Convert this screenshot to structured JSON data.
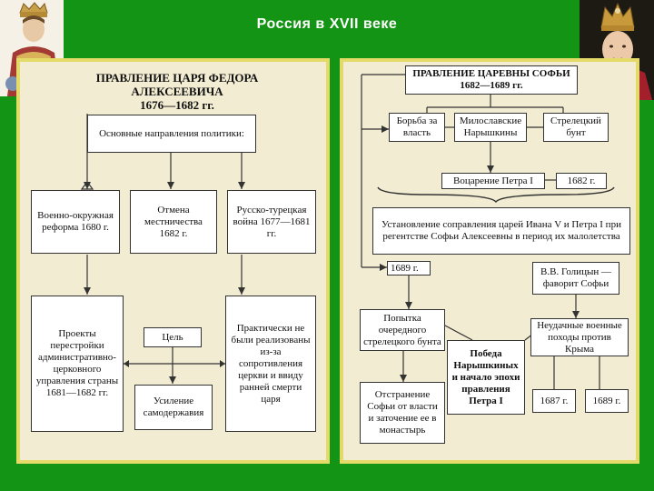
{
  "slide": {
    "title": "Россия в XVII веке"
  },
  "colors": {
    "background": "#149414",
    "panel": "#f2ecd2",
    "panel_border": "#e4da6a"
  },
  "left_diagram": {
    "heading_line1": "ПРАВЛЕНИЕ ЦАРЯ ФЕДОРА АЛЕКСЕЕВИЧА",
    "heading_line2": "1676—1682 гг.",
    "main_directions": "Основные направления политики:",
    "military_reform": "Военно-окружная реформа 1680 г.",
    "abolition": "Отмена местничества 1682 г.",
    "russo_turkish_war": "Русско-турецкая война 1677—1681 гг.",
    "projects": "Проекты перестройки административно-церковного управления страны 1681—1682 гг.",
    "goal": "Цель",
    "strengthening": "Усиление самодержавия",
    "not_implemented": "Практически не были реализованы из-за сопротивления церкви и ввиду ранней смерти царя"
  },
  "right_diagram": {
    "heading_line1": "ПРАВЛЕНИЕ ЦАРЕВНЫ СОФЬИ",
    "heading_line2": "1682—1689 гг.",
    "power_struggle": "Борьба за власть",
    "miloslavsky": "Милославские Нарышкины",
    "streltsy_revolt": "Стрелецкий бунт",
    "accession": "Воцарение Петра I",
    "year_1682": "1682 г.",
    "co_rule": "Установление соправления царей Ивана V и Петра I при регентстве Софьи Алексеевны в период их малолетства",
    "year_1689": "1689 г.",
    "golitsyn": "В.В. Голицын — фаворит Софьи",
    "attempt": "Попытка очередного стрелецкого бунта",
    "failed_campaigns": "Неудачные военные походы против Крыма",
    "victory": "Победа Нарышкиных и начало эпохи правления Петра I",
    "removal": "Отстранение Софьи от власти и заточение ее в монастырь",
    "year_1687": "1687 г.",
    "year_1689b": "1689 г."
  }
}
